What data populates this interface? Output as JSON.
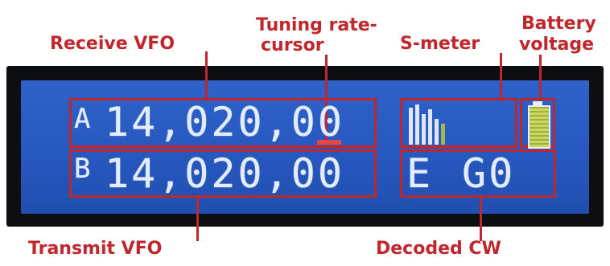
{
  "callouts": {
    "receive_vfo": "Receive VFO",
    "tuning_rate_line1": "Tuning rate-",
    "tuning_rate_line2": "cursor",
    "s_meter": "S-meter",
    "battery_line1": "Battery",
    "battery_line2": "voltage",
    "transmit_vfo": "Transmit VFO",
    "decoded_cw": "Decoded CW"
  },
  "display": {
    "vfo_a_label": "A",
    "vfo_a_freq": "14,020,00",
    "vfo_b_label": "B",
    "vfo_b_freq": "14,020,00",
    "cw_mode": "E",
    "cw_text": "G0"
  },
  "colors": {
    "callout": "#c0272d",
    "lcd_background": "#2a5bc4",
    "lcd_text": "#e4ecff",
    "bezel": "#0d0e12"
  },
  "icons": {
    "s_meter": "signal-bars-icon",
    "battery": "battery-icon"
  }
}
